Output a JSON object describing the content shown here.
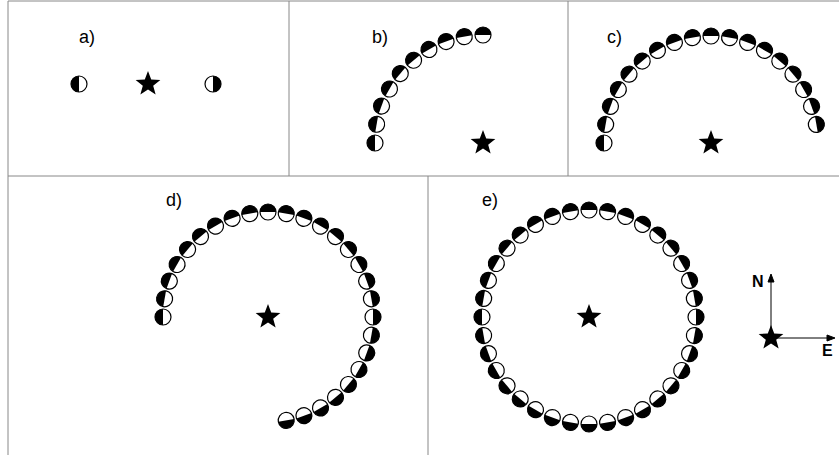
{
  "diagram": {
    "labels": [
      "a)",
      "b)",
      "c)",
      "d)",
      "e)",
      "N",
      "E"
    ]
  }
}
